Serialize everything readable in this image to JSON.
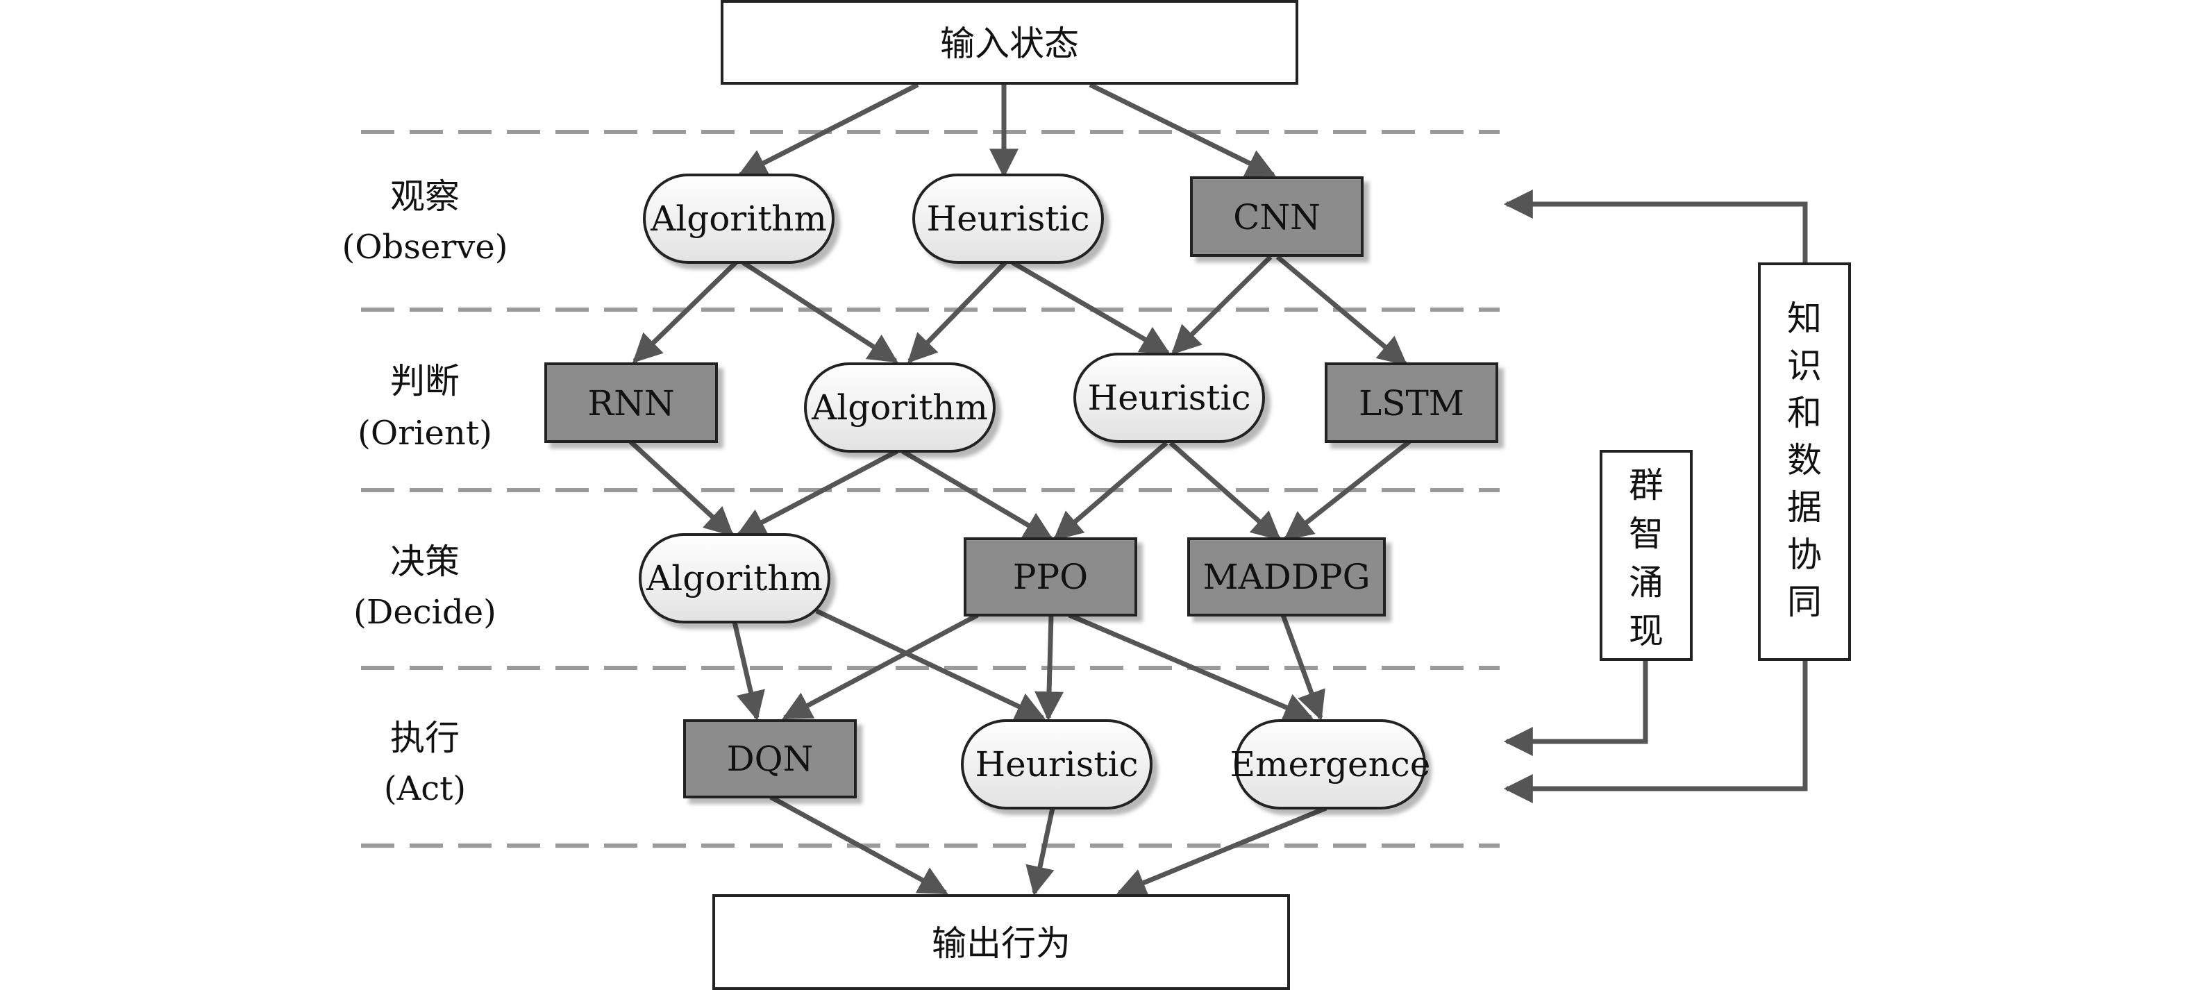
{
  "input": {
    "label": "输入状态"
  },
  "output": {
    "label": "输出行为"
  },
  "stages": [
    {
      "cn": "观察",
      "en": "(Observe)"
    },
    {
      "cn": "判断",
      "en": "(Orient)"
    },
    {
      "cn": "决策",
      "en": "(Decide)"
    },
    {
      "cn": "执行",
      "en": "(Act)"
    }
  ],
  "nodes": {
    "observe": [
      {
        "id": "o-alg",
        "label": "Algorithm",
        "kind": "heuristic-pill"
      },
      {
        "id": "o-heu",
        "label": "Heuristic",
        "kind": "heuristic-pill"
      },
      {
        "id": "o-cnn",
        "label": "CNN",
        "kind": "neural-box"
      }
    ],
    "orient": [
      {
        "id": "r-rnn",
        "label": "RNN",
        "kind": "neural-box"
      },
      {
        "id": "r-alg",
        "label": "Algorithm",
        "kind": "heuristic-pill"
      },
      {
        "id": "r-heu",
        "label": "Heuristic",
        "kind": "heuristic-pill"
      },
      {
        "id": "r-lstm",
        "label": "LSTM",
        "kind": "neural-box"
      }
    ],
    "decide": [
      {
        "id": "d-alg",
        "label": "Algorithm",
        "kind": "heuristic-pill"
      },
      {
        "id": "d-ppo",
        "label": "PPO",
        "kind": "neural-box"
      },
      {
        "id": "d-maddpg",
        "label": "MADDPG",
        "kind": "neural-box"
      }
    ],
    "act": [
      {
        "id": "a-dqn",
        "label": "DQN",
        "kind": "neural-box"
      },
      {
        "id": "a-heu",
        "label": "Heuristic",
        "kind": "heuristic-pill"
      },
      {
        "id": "a-emg",
        "label": "Emergence",
        "kind": "heuristic-pill"
      }
    ]
  },
  "side_boxes": {
    "swarm": {
      "chars": [
        "群",
        "智",
        "涌",
        "现"
      ]
    },
    "knowledge": {
      "chars": [
        "知",
        "识",
        "和",
        "数",
        "据",
        "协",
        "同"
      ]
    }
  },
  "colors": {
    "neural_fill": "#8c8c8c",
    "pill_fill_top": "#ffffff",
    "pill_fill_bottom": "#e4e4e4",
    "arrow": "#555555",
    "divider": "#9a9a9a"
  }
}
